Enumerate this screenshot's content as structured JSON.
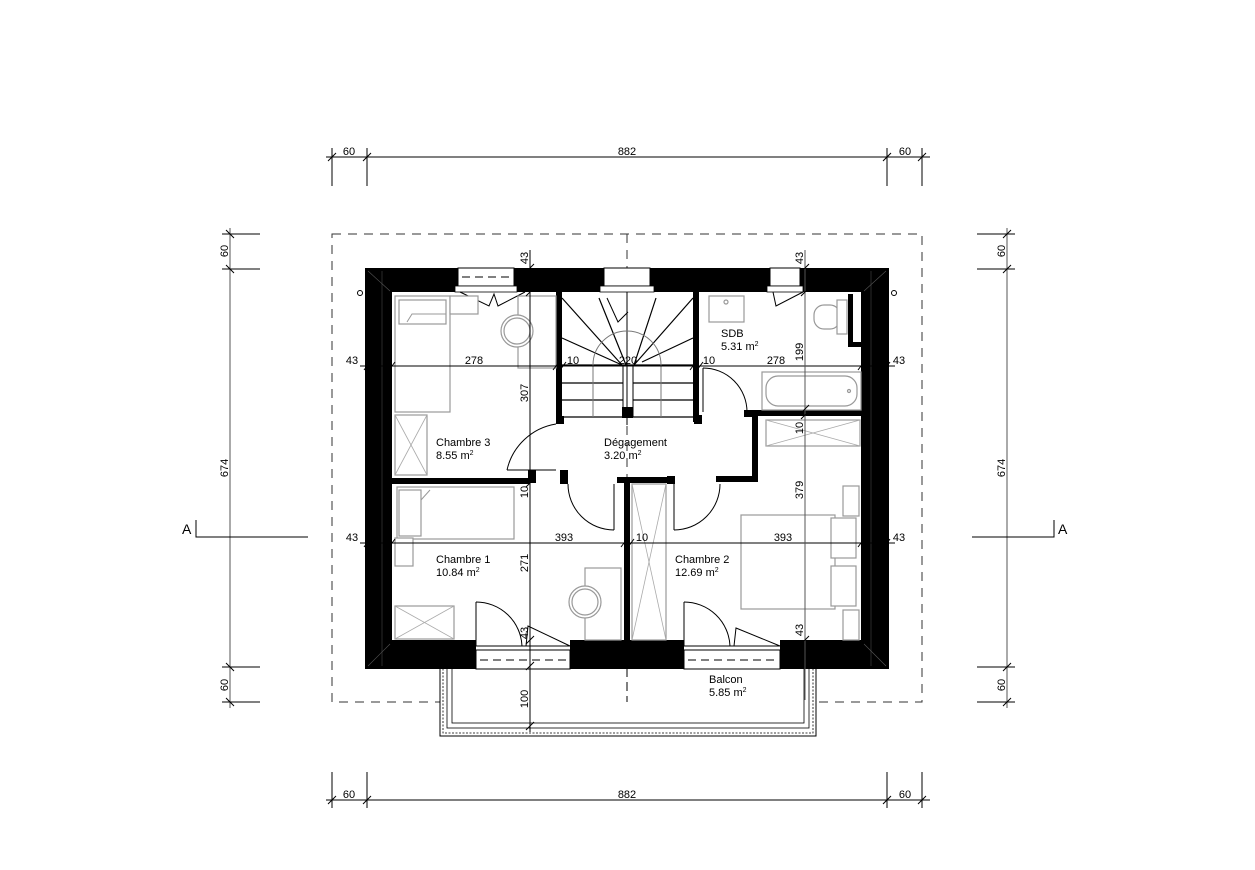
{
  "plan": {
    "type": "floor-plan",
    "level": "upper floor"
  },
  "dimensions": {
    "top": {
      "left_overhang": "60",
      "main": "882",
      "right_overhang": "60"
    },
    "bottom": {
      "left_overhang": "60",
      "main": "882",
      "right_overhang": "60"
    },
    "left": {
      "top_overhang": "60",
      "main": "674",
      "bottom_overhang": "60"
    },
    "right": {
      "top_overhang": "60",
      "main": "674",
      "bottom_overhang": "60"
    },
    "interior": {
      "ch3_width": "278",
      "stair_width": "220",
      "sdb_width": "278",
      "ch1_width": "393",
      "ch2_width": "393",
      "wall_left_upper": "43",
      "wall_right_upper": "43",
      "wall_left_lower": "43",
      "wall_right_lower": "43",
      "partition_a": "10",
      "partition_b": "10",
      "partition_c": "10",
      "partition_d": "10",
      "partition_e": "10",
      "ch3_depth": "307",
      "sdb_depth": "199",
      "ch2_depth": "379",
      "ch1_depth": "271",
      "top_wall_a": "43",
      "top_wall_b": "43",
      "bottom_wall_a": "43",
      "bottom_wall_b": "43",
      "balcony_depth": "100"
    }
  },
  "rooms": [
    {
      "id": "chambre3",
      "name": "Chambre 3",
      "area": "8.55 m",
      "unit_sup": "2"
    },
    {
      "id": "degagement",
      "name": "Dégagement",
      "area": "3.20 m",
      "unit_sup": "2"
    },
    {
      "id": "sdb",
      "name": "SDB",
      "area": "5.31 m",
      "unit_sup": "2"
    },
    {
      "id": "chambre1",
      "name": "Chambre 1",
      "area": "10.84 m",
      "unit_sup": "2"
    },
    {
      "id": "chambre2",
      "name": "Chambre 2",
      "area": "12.69 m",
      "unit_sup": "2"
    },
    {
      "id": "balcon",
      "name": "Balcon",
      "area": "5.85 m",
      "unit_sup": "2"
    }
  ],
  "section_marks": {
    "left": "A",
    "right": "A"
  },
  "colors": {
    "wall": "#000000",
    "furniture": "#999999",
    "background": "#ffffff"
  }
}
